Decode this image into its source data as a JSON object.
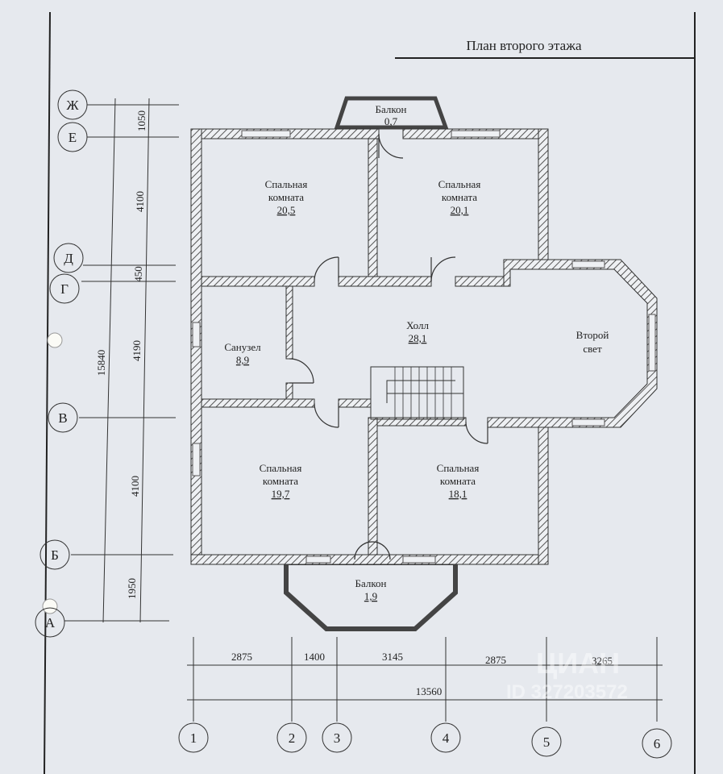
{
  "title": "План второго этажа",
  "rooms": [
    {
      "name": "Балкон",
      "area": "0,7"
    },
    {
      "name1": "Спальная",
      "name2": "комната",
      "area": "20,5"
    },
    {
      "name1": "Спальная",
      "name2": "комната",
      "area": "20,1"
    },
    {
      "name": "Холл",
      "area": "28,1"
    },
    {
      "name1": "Второй",
      "name2": "свет"
    },
    {
      "name": "Санузел",
      "area": "8,9"
    },
    {
      "name1": "Спальная",
      "name2": "комната",
      "area": "19,7"
    },
    {
      "name1": "Спальная",
      "name2": "комната",
      "area": "18,1"
    },
    {
      "name": "Балкон",
      "area": "1,9"
    }
  ],
  "row_axes": [
    "Ж",
    "Е",
    "Д",
    "Г",
    "В",
    "Б",
    "А"
  ],
  "row_dims": {
    "total": "15840",
    "segments": [
      "1050",
      "4100",
      "450",
      "4190",
      "4100",
      "1950"
    ]
  },
  "col_axes": [
    "1",
    "2",
    "3",
    "4",
    "5",
    "6"
  ],
  "col_dims": {
    "total": "13560",
    "segments": [
      "2875",
      "1400",
      "3145",
      "2875",
      "3265"
    ]
  },
  "watermark": {
    "brand": "ЦИАН",
    "id": "ID 327203572"
  }
}
